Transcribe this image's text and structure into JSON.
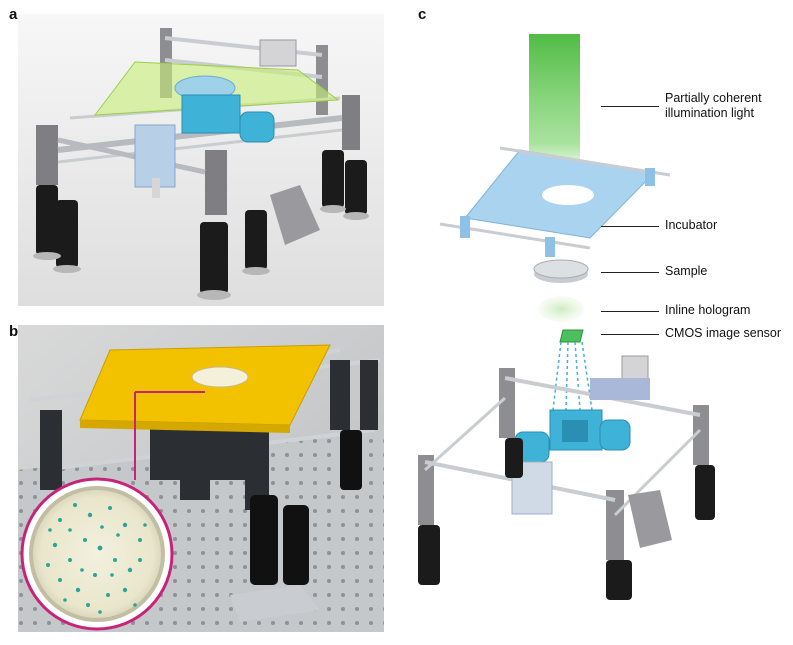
{
  "panels": {
    "a": {
      "letter": "a"
    },
    "b": {
      "letter": "b"
    },
    "c": {
      "letter": "c",
      "labels": {
        "illumination_line1": "Partially coherent",
        "illumination_line2": "illumination light",
        "incubator": "Incubator",
        "sample": "Sample",
        "hologram": "Inline hologram",
        "sensor": "CMOS image sensor"
      }
    }
  },
  "colors": {
    "frame_grey": "#8e8e92",
    "rod_silver": "#c9ccd0",
    "leg_black": "#1b1b1b",
    "stage_blue": "#3fb2d8",
    "light_green": "#5cc24f",
    "incubator_blue": "#a9d3ef",
    "tray_yellow": "#f2c200",
    "circle_magenta": "#c8237a",
    "colony_teal": "#2aa596"
  }
}
